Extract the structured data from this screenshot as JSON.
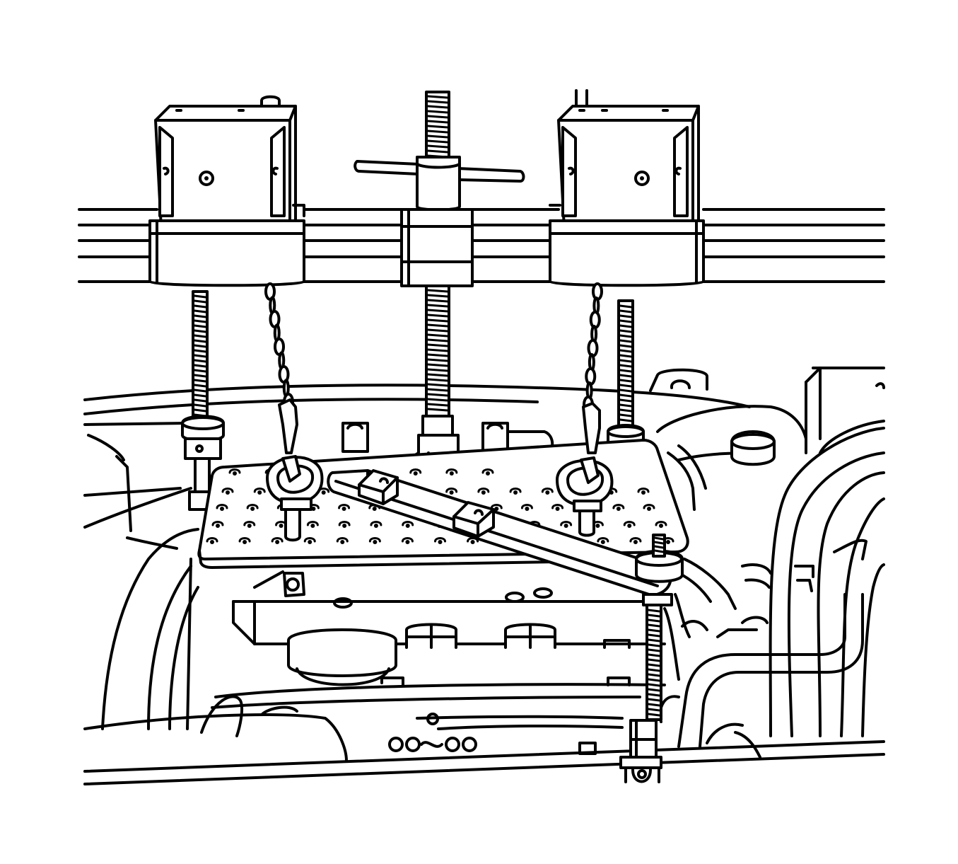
{
  "palette": {
    "line": "#000000",
    "background": "#ffffff"
  },
  "parts": [
    {
      "id": "support-rail",
      "icon": "rail-beam"
    },
    {
      "id": "left-support-block",
      "icon": "clamp-block"
    },
    {
      "id": "center-lift-screw",
      "icon": "threaded-rod-t-handle"
    },
    {
      "id": "right-support-block",
      "icon": "clamp-block"
    },
    {
      "id": "left-lift-chain",
      "icon": "chain"
    },
    {
      "id": "right-lift-chain",
      "icon": "chain"
    },
    {
      "id": "adapter-plate",
      "icon": "perforated-plate"
    },
    {
      "id": "tie-bar",
      "icon": "bar"
    },
    {
      "id": "engine-assembly",
      "icon": "engine-line-art"
    }
  ]
}
